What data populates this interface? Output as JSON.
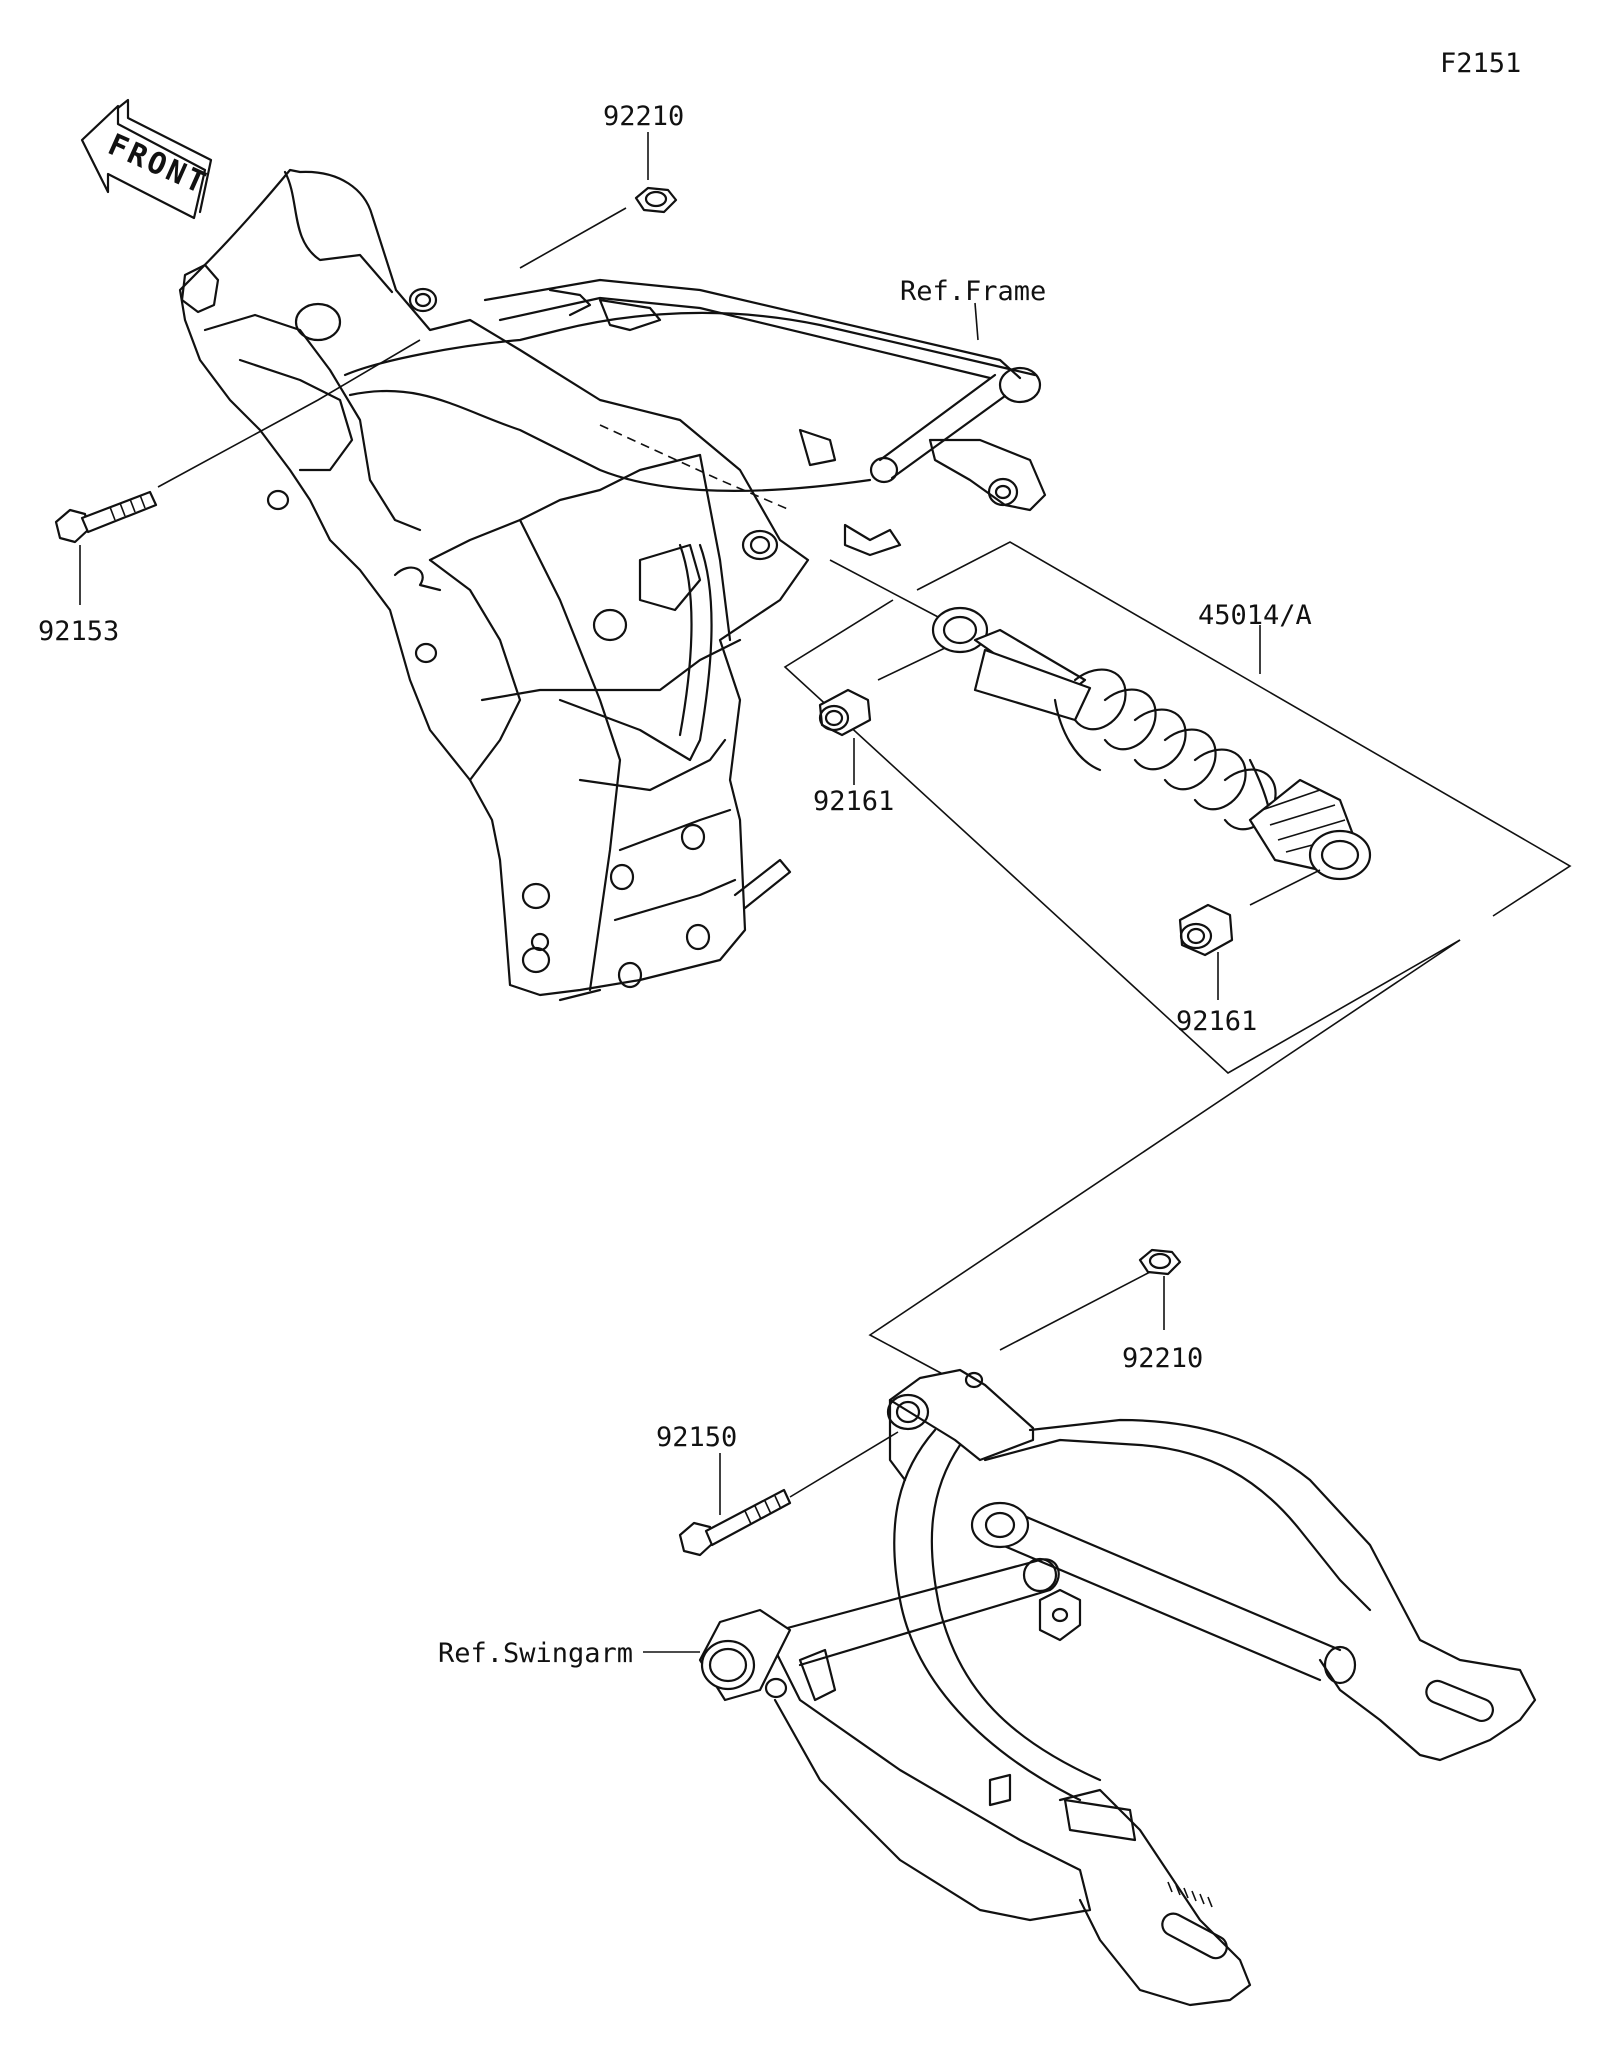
{
  "figure_code": "F2151",
  "front_label": "FRONT",
  "labels": {
    "nut_top": "92210",
    "bolt_upper": "92153",
    "ref_frame": "Ref.Frame",
    "shock_absorber": "45014/A",
    "bushing_upper": "92161",
    "bushing_lower": "92161",
    "nut_lower": "92210",
    "bolt_lower": "92150",
    "ref_swingarm": "Ref.Swingarm"
  },
  "colors": {
    "line": "#111111",
    "background": "#ffffff"
  }
}
